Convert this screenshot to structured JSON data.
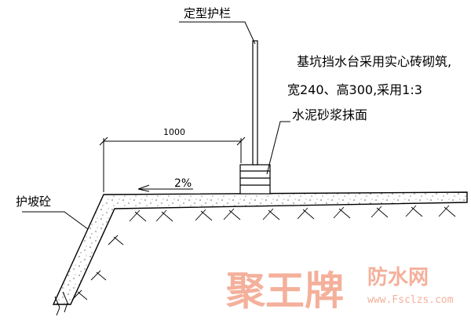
{
  "labels": {
    "guardrail": "定型护栏",
    "slope_protection": "护坡砼",
    "note_line1": "基坑挡水台采用实心砖砌筑,",
    "note_line2": "宽240、高300,采用1:3",
    "note_line3": "水泥砂浆抹面",
    "dimension": "1000",
    "slope": "2%"
  },
  "watermark": {
    "brand": "聚王牌",
    "site_name": "防水网",
    "url": "www.Fsclzs.com",
    "color": "#f3a38a"
  }
}
